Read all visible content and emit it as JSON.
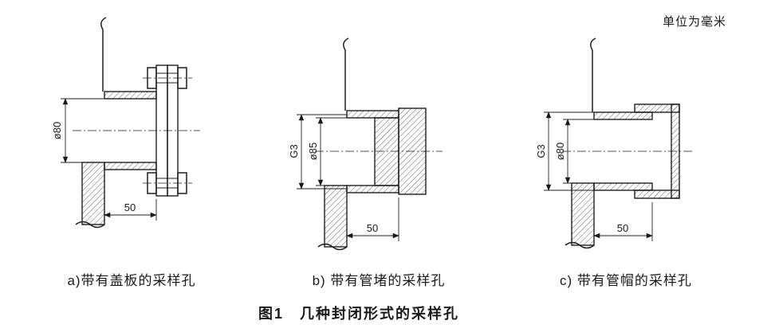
{
  "page": {
    "unit_note": "单位为毫米",
    "figure_title": "图1　几种封闭形式的采样孔"
  },
  "drawings": {
    "a": {
      "caption": "a)带有盖板的采样孔",
      "dims": {
        "diameter": "ø80",
        "length": "50"
      }
    },
    "b": {
      "caption": "b) 带有管堵的采样孔",
      "dims": {
        "thread": "G3",
        "diameter": "ø85",
        "length": "50"
      }
    },
    "c": {
      "caption": "c) 带有管帽的采样孔",
      "dims": {
        "thread": "G3",
        "diameter": "ø80",
        "length": "50"
      }
    }
  }
}
